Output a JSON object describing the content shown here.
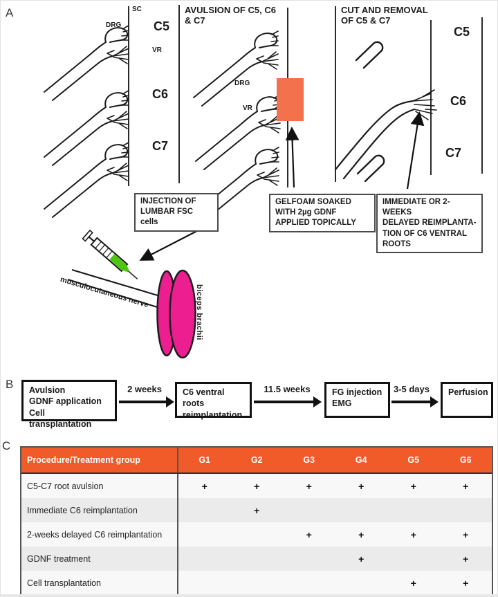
{
  "panelA": {
    "label": "A",
    "left_labels": {
      "sc": "SC",
      "drg": "DRG",
      "vr": "VR",
      "c5": "C5",
      "c6": "C6",
      "c7": "C7"
    },
    "avulsion": {
      "title_lines": [
        "AVULSION OF C5, C6",
        "& C7"
      ],
      "drg": "DRG",
      "vr": "VR"
    },
    "cut": {
      "title_lines": [
        "CUT AND REMOVAL",
        "OF C5 & C7"
      ],
      "c5": "C5",
      "c6": "C6",
      "c7": "C7"
    },
    "injection_box_lines": [
      "INJECTION OF",
      "LUMBAR FSC cells"
    ],
    "gelfoam_box_lines": [
      "GELFOAM SOAKED",
      "WITH 2µg GDNF",
      "APPLIED TOPICALLY"
    ],
    "reimplant_box_lines": [
      "IMMEDIATE OR 2-WEEKS",
      "DELAYED REIMPLANTA-",
      "TION OF C6 VENTRAL",
      "ROOTS"
    ],
    "nerve_label": "musculocutaneous nerve",
    "muscle_label": "biceps brachii",
    "colors": {
      "gelfoam": "#f4714e",
      "muscle": "#ec1e90",
      "muscle_outline": "#1c1c1c",
      "syringe_fluid": "#4cc70e",
      "syringe_fluid_outline": "#2b7d00"
    }
  },
  "panelB": {
    "label": "B",
    "steps": [
      {
        "lines": [
          "Avulsion",
          "GDNF application",
          "Cell transplantation"
        ]
      },
      {
        "lines": [
          "C6 ventral roots",
          "reimplantation"
        ]
      },
      {
        "lines": [
          "FG injection",
          "EMG"
        ]
      },
      {
        "lines": [
          "Perfusion"
        ]
      }
    ],
    "intervals": [
      "2 weeks",
      "11.5 weeks",
      "3-5 days"
    ]
  },
  "panelC": {
    "label": "C",
    "header": {
      "first": "Procedure/Treatment group",
      "groups": [
        "G1",
        "G2",
        "G3",
        "G4",
        "G5",
        "G6"
      ]
    },
    "header_color": "#f15a29",
    "rows": [
      {
        "label": "C5-C7 root avulsion",
        "marks": [
          "+",
          "+",
          "+",
          "+",
          "+",
          "+"
        ]
      },
      {
        "label": "Immediate C6 reimplantation",
        "marks": [
          "",
          "+",
          "",
          "",
          "",
          ""
        ]
      },
      {
        "label": "2-weeks delayed C6 reimplantation",
        "marks": [
          "",
          "",
          "+",
          "+",
          "+",
          "+"
        ]
      },
      {
        "label": "GDNF treatment",
        "marks": [
          "",
          "",
          "",
          "+",
          "",
          "+"
        ]
      },
      {
        "label": "Cell transplantation",
        "marks": [
          "",
          "",
          "",
          "",
          "+",
          "+"
        ]
      }
    ]
  }
}
